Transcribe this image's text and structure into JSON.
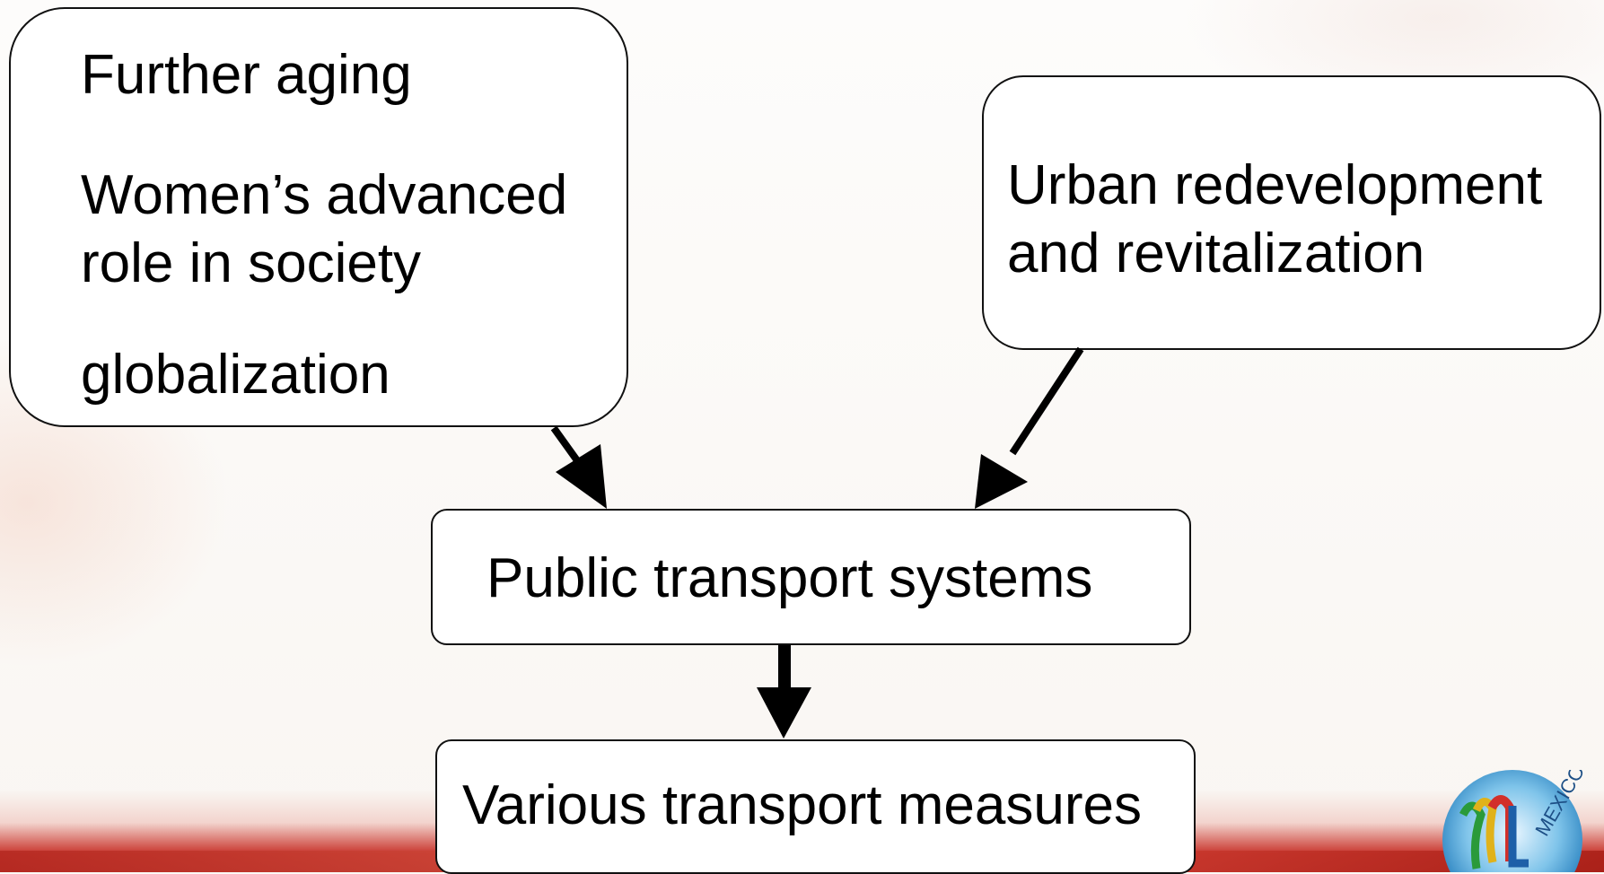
{
  "diagram": {
    "left_box": {
      "line1": "Further aging",
      "line2a": "Women’s advanced",
      "line2b": "role in society",
      "line3": "globalization"
    },
    "right_box": {
      "line1": "Urban redevelopment",
      "line2": "and revitalization"
    },
    "middle_box": {
      "label": "Public transport systems"
    },
    "bottom_box": {
      "label": "Various transport measures"
    }
  },
  "logo": {
    "text": "MEXICO"
  },
  "colors": {
    "stroke": "#000000",
    "box_fill": "#ffffff",
    "bottom_band": "#c8332b"
  }
}
